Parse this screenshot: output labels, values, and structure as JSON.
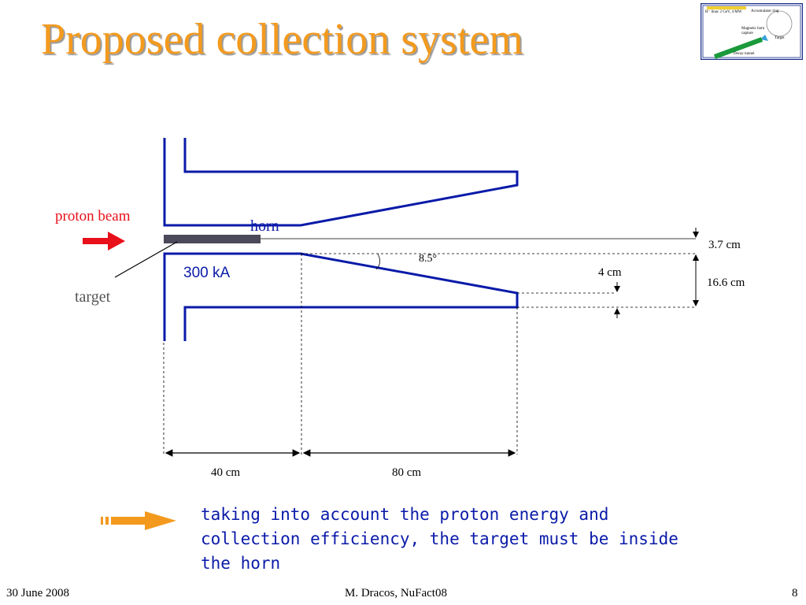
{
  "slide": {
    "title": "Proposed collection system",
    "note": "taking into account the proton energy and collection efficiency, the target must be inside the horn"
  },
  "diagram": {
    "proton_beam_label": "proton beam",
    "horn_label": "horn",
    "target_label": "target",
    "current_label": "300 kA",
    "angle_label": "8.5°",
    "dim_3_7": "3.7 cm",
    "dim_4": "4 cm",
    "dim_16_6": "16.6 cm",
    "dim_40": "40 cm",
    "dim_80": "80 cm"
  },
  "thumbnail": {
    "linac_label": "H⁻ linac 2 GeV, 4 MW",
    "accumulator_label": "Accumulator ring",
    "horn_label": "Magnetic horn capture",
    "target_label": "Target",
    "tunnel_label": "Decay tunnel"
  },
  "footer": {
    "date": "30 June 2008",
    "author": "M. Dracos, NuFact08",
    "page": "8"
  },
  "colors": {
    "title": "#f39a1e",
    "horn": "#0a1aa8",
    "beam_arrow": "#e8101a",
    "target": "#4a4a5a",
    "bullet_arrow": "#f39a1e"
  }
}
